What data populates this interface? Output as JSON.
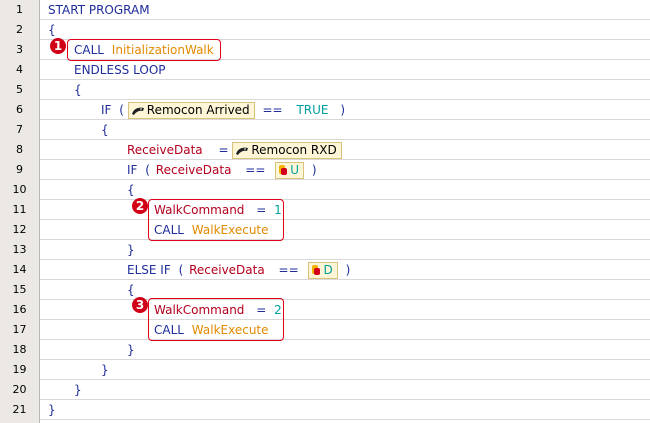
{
  "lines": [
    {
      "num": "1"
    },
    {
      "num": "2"
    },
    {
      "num": "3"
    },
    {
      "num": "4"
    },
    {
      "num": "5"
    },
    {
      "num": "6"
    },
    {
      "num": "7"
    },
    {
      "num": "8"
    },
    {
      "num": "9"
    },
    {
      "num": "10"
    },
    {
      "num": "11"
    },
    {
      "num": "12"
    },
    {
      "num": "13"
    },
    {
      "num": "14"
    },
    {
      "num": "15"
    },
    {
      "num": "16"
    },
    {
      "num": "17"
    },
    {
      "num": "18"
    },
    {
      "num": "19"
    },
    {
      "num": "20"
    },
    {
      "num": "21"
    }
  ],
  "code": {
    "start_program": "START PROGRAM",
    "open_brace": "{",
    "close_brace": "}",
    "call": "CALL",
    "init_walk": "InitializationWalk",
    "endless_loop": "ENDLESS LOOP",
    "if": "IF",
    "else_if": "ELSE IF",
    "paren_open": "(",
    "paren_close": ")",
    "remocon_arrived": "Remocon Arrived",
    "eqeq": "==",
    "eq": "=",
    "true": "TRUE",
    "receive_data": "ReceiveData",
    "remocon_rxd": "Remocon RXD",
    "u": "U",
    "d": "D",
    "walk_command": "WalkCommand",
    "one": "1",
    "two": "2",
    "walk_execute": "WalkExecute"
  },
  "markers": {
    "m1": "1",
    "m2": "2",
    "m3": "3"
  },
  "colors": {
    "keyword": "#1f2d9b",
    "function": "#e28a00",
    "variable": "#b3001e",
    "literal": "#00a0a0",
    "highlight": "#e0001a"
  },
  "icons": {
    "remocon": "remote-controller-icon",
    "button": "button-press-icon"
  }
}
